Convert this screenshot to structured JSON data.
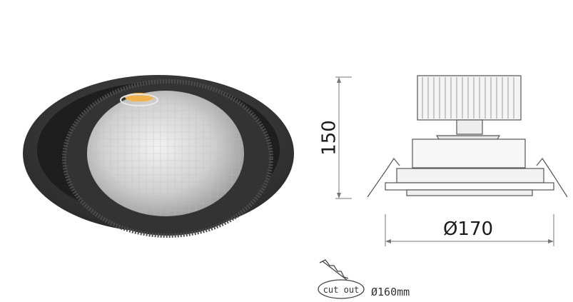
{
  "dimensions": {
    "height_label": "150",
    "diameter_label": "Ø170"
  },
  "cutout": {
    "icon_text": "cut out",
    "value_label": "Ø160mm"
  },
  "colors": {
    "housing": "#3a3a3a",
    "reflector": "#d9d9d9",
    "led": "#f2b24a",
    "line": "#555555"
  },
  "icons": {
    "product": "downlight-photo",
    "saw": "saw-icon"
  }
}
